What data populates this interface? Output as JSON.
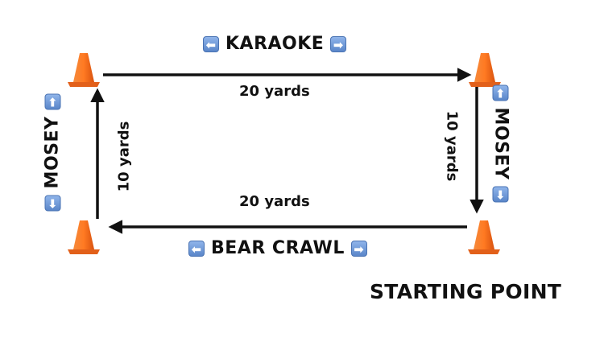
{
  "top_exercise": {
    "left_icon": "left-arrow-icon",
    "label": "KARAOKE",
    "right_icon": "right-arrow-icon"
  },
  "bottom_exercise": {
    "left_icon": "left-arrow-icon",
    "label": "BEAR CRAWL",
    "right_icon": "right-arrow-icon"
  },
  "left_exercise": {
    "label": "MOSEY"
  },
  "right_exercise": {
    "label": "MOSEY"
  },
  "distances": {
    "top": "20 yards",
    "bottom": "20 yards",
    "left": "10 yards",
    "right": "10 yards"
  },
  "start_label": "STARTING POINT",
  "colors": {
    "cone": "#f36a1f",
    "cone_dark": "#d24e0e",
    "badge": "#6f98d8",
    "line": "#111111"
  },
  "glyphs": {
    "left": "⬅",
    "right": "➡",
    "up": "⬆",
    "down": "⬇"
  }
}
